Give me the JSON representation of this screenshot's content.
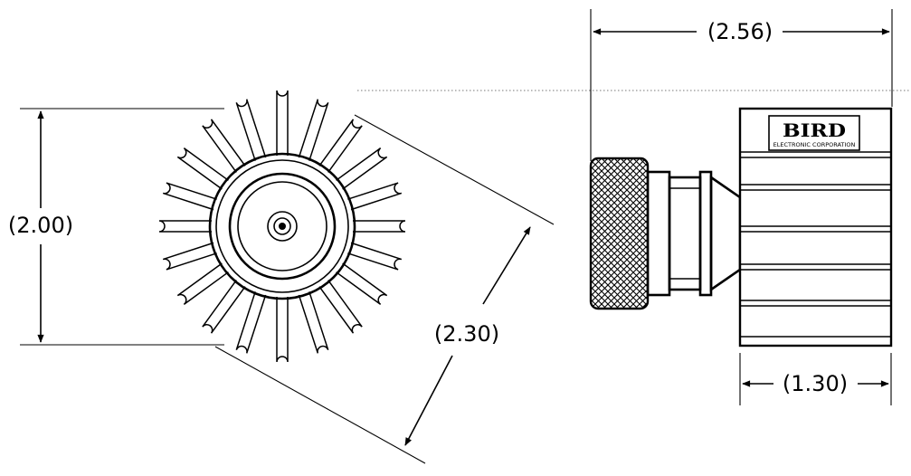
{
  "dimensions": {
    "height_front": "(2.00)",
    "diagonal_front": "(2.30)",
    "overall_length": "(2.56)",
    "body_length": "(1.30)"
  },
  "logo": {
    "brand": "BIRD",
    "subtitle": "ELECTRONIC CORPORATION"
  }
}
